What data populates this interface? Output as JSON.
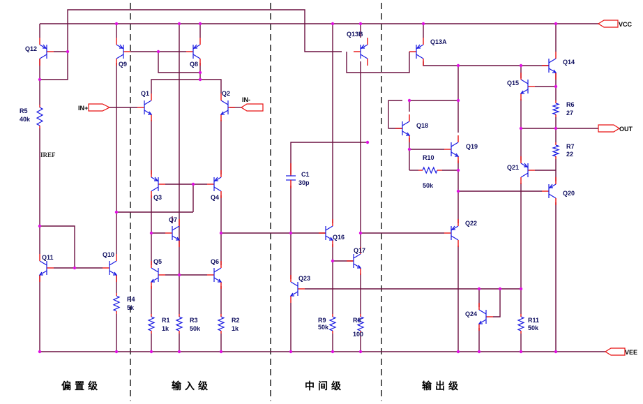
{
  "title": "Operational amplifier internal schematic",
  "colors": {
    "wire": "#6b1040",
    "lead": "#e81010",
    "symbol": "#1818e0",
    "junction": "#e010e0",
    "label": "#101060"
  },
  "ports": {
    "vcc": "VCC",
    "vee": "VEE",
    "out": "OUT",
    "in_plus": "IN+",
    "in_minus": "IN-"
  },
  "net_labels": {
    "iref": "IREF"
  },
  "stages": [
    {
      "label": "偏置级"
    },
    {
      "label": "输入级"
    },
    {
      "label": "中间级"
    },
    {
      "label": "输出级"
    }
  ],
  "transistors": {
    "Q1": "Q1",
    "Q2": "Q2",
    "Q3": "Q3",
    "Q4": "Q4",
    "Q5": "Q5",
    "Q6": "Q6",
    "Q7": "Q7",
    "Q8": "Q8",
    "Q9": "Q9",
    "Q10": "Q10",
    "Q11": "Q11",
    "Q12": "Q12",
    "Q13A": "Q13A",
    "Q13B": "Q13B",
    "Q14": "Q14",
    "Q15": "Q15",
    "Q16": "Q16",
    "Q17": "Q17",
    "Q18": "Q18",
    "Q19": "Q19",
    "Q20": "Q20",
    "Q21": "Q21",
    "Q22": "Q22",
    "Q23": "Q23",
    "Q24": "Q24"
  },
  "resistors": {
    "R1": {
      "name": "R1",
      "value": "1k"
    },
    "R2": {
      "name": "R2",
      "value": "1k"
    },
    "R3": {
      "name": "R3",
      "value": "50k"
    },
    "R4": {
      "name": "R4",
      "value": "5k"
    },
    "R5": {
      "name": "R5",
      "value": "40k"
    },
    "R6": {
      "name": "R6",
      "value": "27"
    },
    "R7": {
      "name": "R7",
      "value": "22"
    },
    "R8": {
      "name": "R8",
      "value": "100"
    },
    "R9": {
      "name": "R9",
      "value": "50k"
    },
    "R10": {
      "name": "R10",
      "value": "50k"
    },
    "R11": {
      "name": "R11",
      "value": "50k"
    }
  },
  "capacitors": {
    "C1": {
      "name": "C1",
      "value": "30p"
    }
  }
}
